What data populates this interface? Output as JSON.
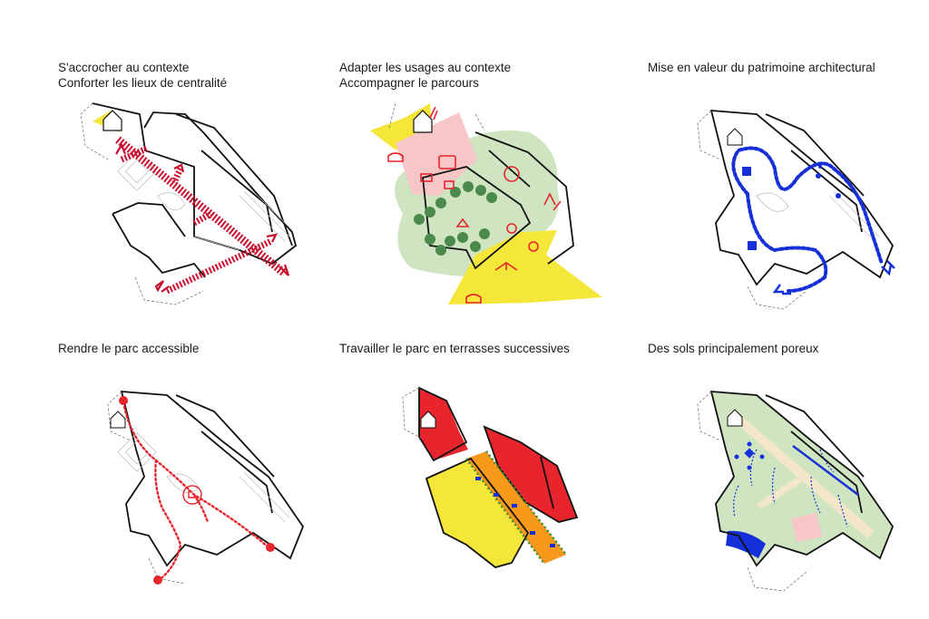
{
  "panels": [
    {
      "id": "p1",
      "lines": [
        "S'accrocher au contexte",
        "Conforter les lieux de centralité"
      ]
    },
    {
      "id": "p2",
      "lines": [
        "Adapter les usages au contexte",
        "Accompagner le parcours"
      ]
    },
    {
      "id": "p3",
      "lines": [
        "Mise en valeur du patrimoine architectural"
      ]
    },
    {
      "id": "p4",
      "lines": [
        "Rendre le parc accessible"
      ]
    },
    {
      "id": "p5",
      "lines": [
        "Travailler le parc en terrasses successives"
      ]
    },
    {
      "id": "p6",
      "lines": [
        "Des sols principalement poreux"
      ]
    }
  ],
  "colors": {
    "red": "#c8102e",
    "bright_red": "#e8242c",
    "yellow": "#f5e63a",
    "pink": "#f7c6c7",
    "green": "#cfe5c1",
    "tree": "#4c8a4c",
    "blue": "#1530d8",
    "orange": "#f79a1c",
    "sand": "#f3e6c9"
  }
}
